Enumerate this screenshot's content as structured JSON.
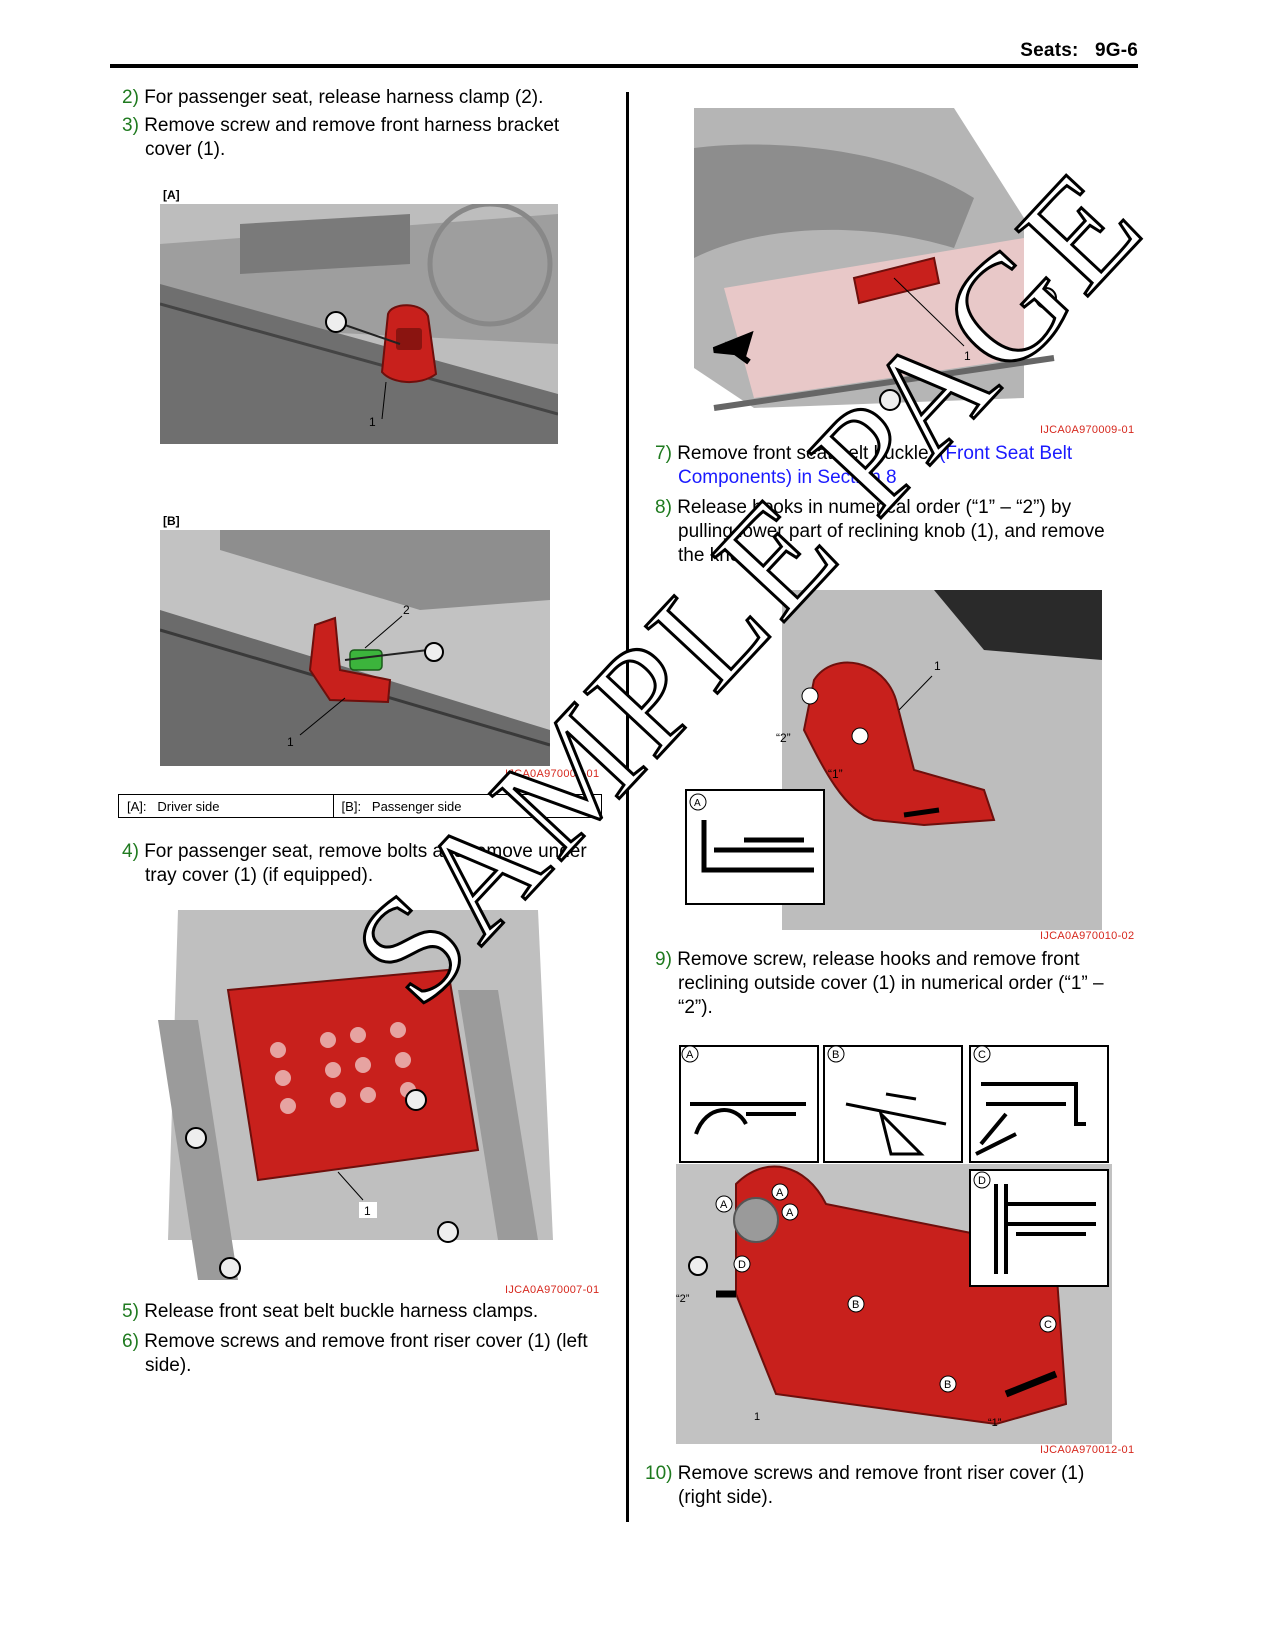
{
  "header": {
    "section": "Seats:",
    "page": "9G-6"
  },
  "left_steps": [
    {
      "num": "2)",
      "text": "For passenger seat, release harness clamp (2)."
    },
    {
      "num": "3)",
      "text": "Remove screw and remove front harness bracket",
      "text2": "cover (1)."
    },
    {
      "num": "4)",
      "text": "For passenger seat, remove bolts and remove under",
      "text2": "tray cover (1) (if equipped)."
    },
    {
      "num": "5)",
      "text": "Release front seat belt buckle harness clamps."
    },
    {
      "num": "6)",
      "text": "Remove screws and remove front riser cover (1) (left",
      "text2": "side)."
    }
  ],
  "right_steps": [
    {
      "num": "7)",
      "text": "Remove front seat belt buckle.",
      "link": "(Front Seat Belt",
      "link2": "Components) in Section 8"
    },
    {
      "num": "8)",
      "text": "Release hooks in numerical order (“1” – “2”) by",
      "text2": "pulling lower part of reclining knob (1), and remove",
      "text3": "the knob."
    },
    {
      "num": "9)",
      "text": "Remove screw, release hooks and remove front",
      "text2": "reclining outside cover (1) in numerical order (“1” –",
      "text3": "“2”)."
    },
    {
      "num": "10)",
      "text": "Remove screws and remove front riser cover (1)",
      "text2": "(right side)."
    }
  ],
  "figures": {
    "fig1": {
      "label_a": "[A]",
      "label_b": "[B]",
      "callout_1a": "1",
      "callout_1b": "1",
      "callout_2": "2",
      "caption": "IJCA0A970006-01"
    },
    "fig2": {
      "callout": "1",
      "caption": "IJCA0A970007-01"
    },
    "fig3": {
      "callout": "1",
      "caption": "IJCA0A970009-01"
    },
    "fig4": {
      "callout": "1",
      "hook": "A",
      "order1": "“1”",
      "order2": "“2”",
      "caption": "IJCA0A970010-02"
    },
    "fig5": {
      "callout": "1",
      "hooks": [
        "A",
        "B",
        "C",
        "D"
      ],
      "order1": "“1”",
      "order2": "“2”",
      "caption": "IJCA0A970012-01"
    }
  },
  "legend": {
    "a_key": "[A]:",
    "a_val": "Driver side",
    "b_key": "[B]:",
    "b_val": "Passenger side"
  },
  "watermark": "SAMPLE PAGE",
  "colors": {
    "step_number": "#1f7a1f",
    "link": "#1a1aff",
    "caption": "#d6281e",
    "part_red": "#c8201c",
    "clamp_green": "#3cb43c"
  }
}
